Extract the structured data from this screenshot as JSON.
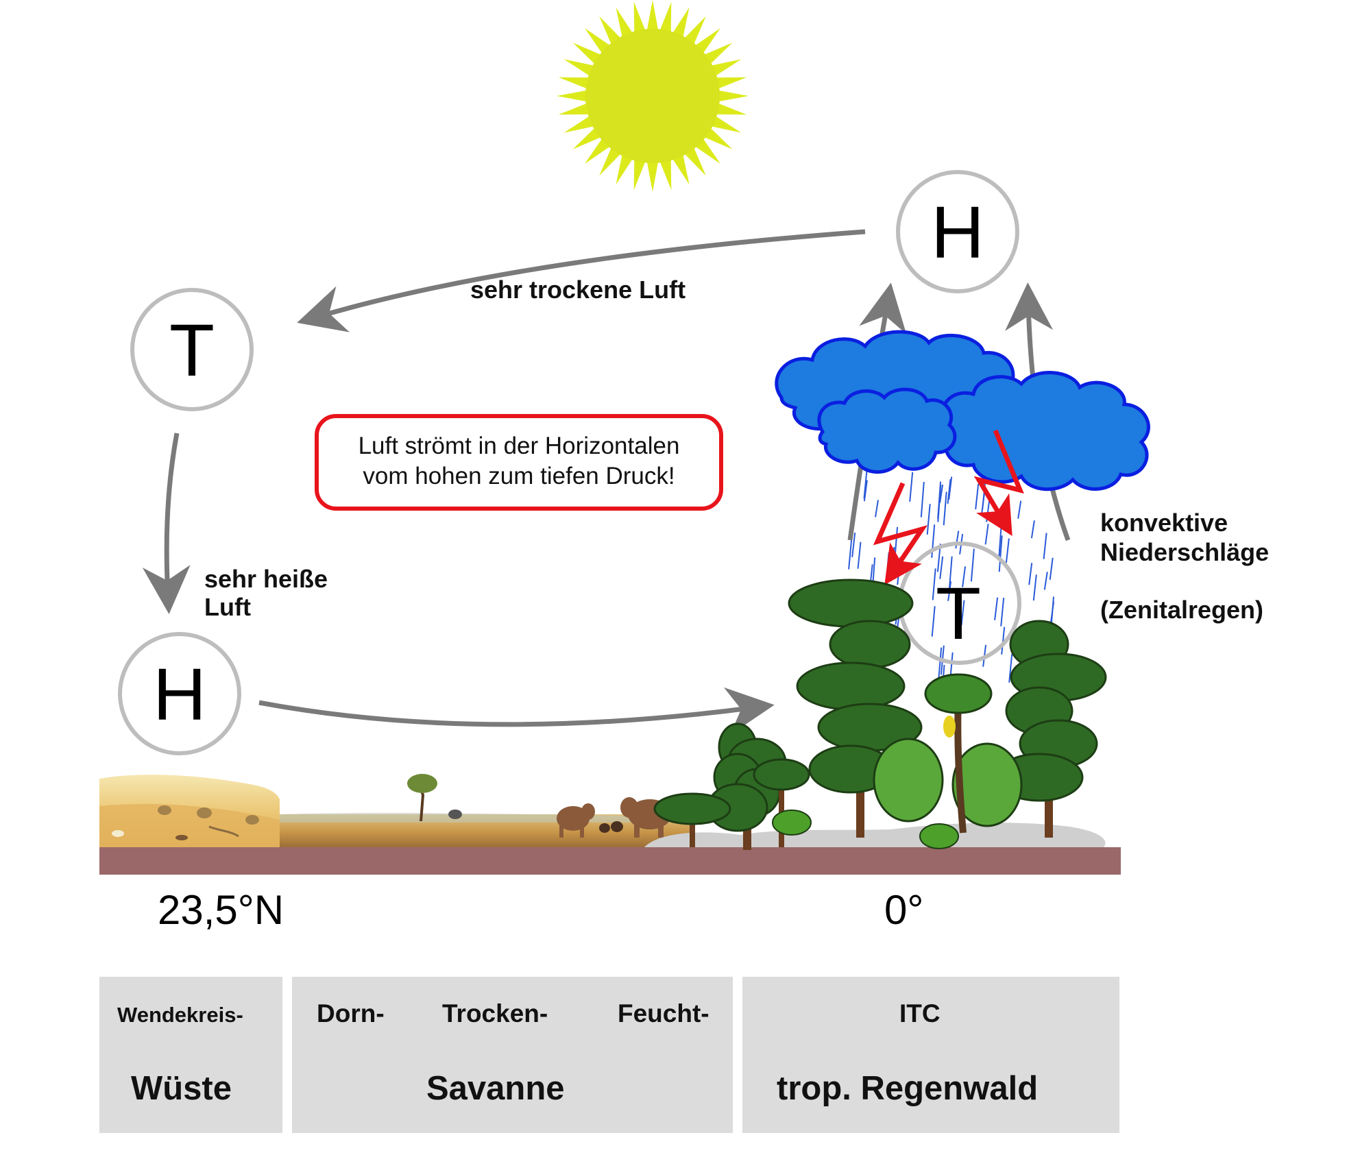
{
  "pressure_centers": {
    "upper_high": "H",
    "upper_low": "T",
    "surface_high": "H",
    "surface_low": "T"
  },
  "labels": {
    "dry_air": "sehr trockene Luft",
    "hot_air_line1": "sehr heiße",
    "hot_air_line2": "Luft",
    "convective_line1": "konvektive",
    "convective_line2": "Niederschläge",
    "zenital_rain": "(Zenitalregen)"
  },
  "note": {
    "line1": "Luft strömt in der Horizontalen",
    "line2": "vom hohen zum tiefen Druck!"
  },
  "latitudes": {
    "tropic": "23,5°N",
    "equator": "0°"
  },
  "zones": {
    "desert": {
      "sub": "Wendekreis-",
      "main": "Wüste"
    },
    "savanna": {
      "sub1": "Dorn-",
      "sub2": "Trocken-",
      "sub3": "Feucht-",
      "main": "Savanne"
    },
    "rainforest": {
      "sub": "ITC",
      "main": "trop. Regenwald"
    }
  },
  "colors": {
    "sun": "#dcea1c",
    "arrow": "#7a7a7a",
    "circle": "#bdbdbd",
    "cloud": "#1e7be0",
    "cloud_outline": "#0a1fe0",
    "lightning": "#e8141c",
    "rain": "#2a5ad8",
    "note_border": "#e8141c",
    "ground": "#9a6868",
    "desert": "#e8c77a",
    "savanna": "#caa055",
    "tree": "#2f6a24",
    "zone_box": "#dcdcdc"
  }
}
